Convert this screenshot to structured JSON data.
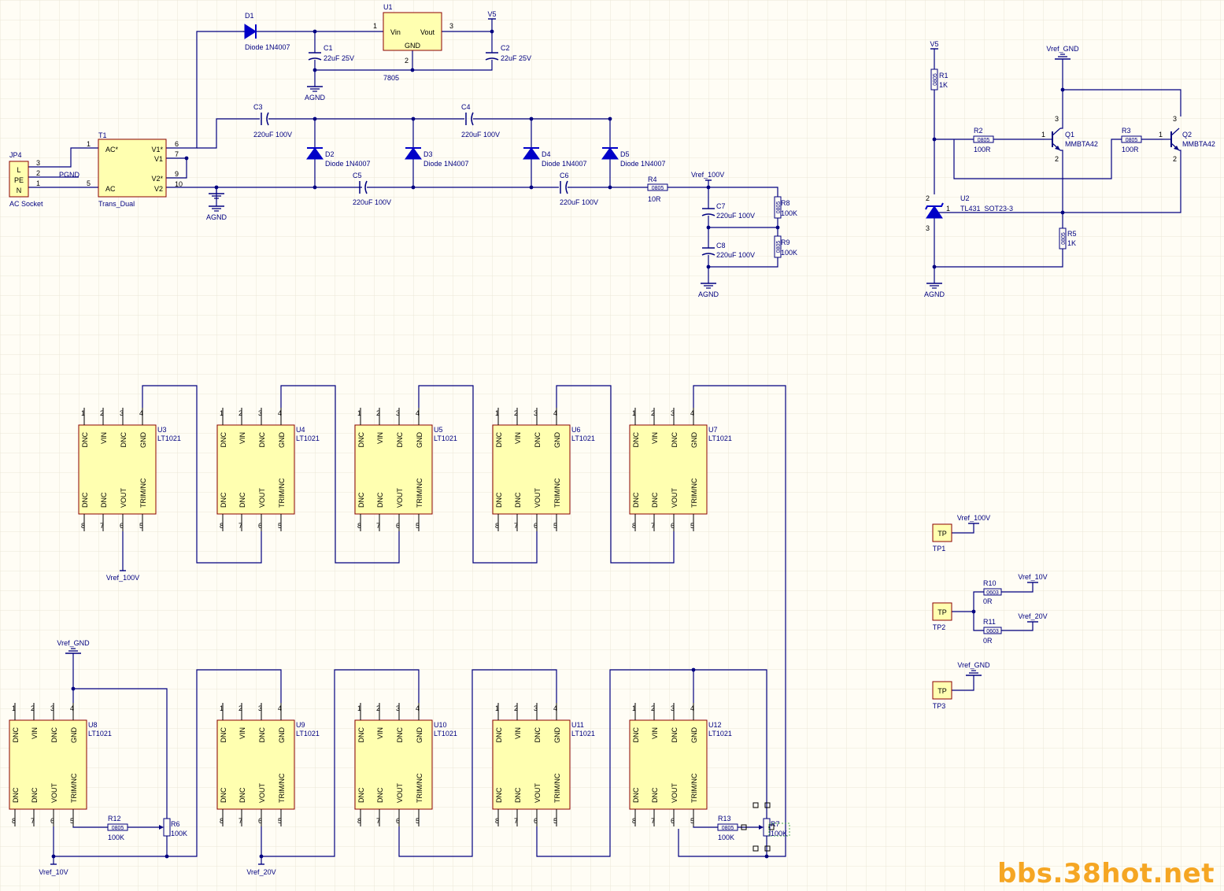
{
  "colors": {
    "background": "#fffdf5",
    "grid": "#ebe6d6",
    "wire": "#000080",
    "text": "#000080",
    "pin_text": "#000000",
    "comp_fill": "#ffffb0",
    "comp_stroke": "#8b0000",
    "diode_fill": "#0000c8",
    "watermark": "#f5a623"
  },
  "power_section": {
    "jp4": {
      "designator": "JP4",
      "pins": [
        "L",
        "PE",
        "N"
      ],
      "pin_numbers": [
        "3",
        "2",
        "1"
      ],
      "comment": "AC Socket",
      "pgnd_label": "PGND"
    },
    "t1": {
      "designator": "T1",
      "comment": "Trans_Dual",
      "pins_left": [
        "AC*",
        "AC"
      ],
      "pins_right": [
        "V1*",
        "V1",
        "V2*",
        "V2"
      ],
      "pin_numbers": [
        "1",
        "5",
        "6",
        "7",
        "9",
        "10"
      ]
    },
    "d1": {
      "designator": "D1",
      "comment": "Diode 1N4007"
    },
    "u1": {
      "designator": "U1",
      "comment": "7805",
      "pin_vin": "Vin",
      "pin_vout": "Vout",
      "pin_gnd": "GND",
      "pin_numbers": [
        "1",
        "3",
        "2"
      ]
    },
    "c1": {
      "designator": "C1",
      "value": "22uF 25V"
    },
    "c2": {
      "designator": "C2",
      "value": "22uF 25V"
    },
    "v5": "V5",
    "agnd": "AGND",
    "c3": {
      "designator": "C3",
      "value": "220uF 100V"
    },
    "c4": {
      "designator": "C4",
      "value": "220uF 100V"
    },
    "c5": {
      "designator": "C5",
      "value": "220uF 100V"
    },
    "c6": {
      "designator": "C6",
      "value": "220uF 100V"
    },
    "d2": {
      "designator": "D2",
      "comment": "Diode 1N4007"
    },
    "d3": {
      "designator": "D3",
      "comment": "Diode 1N4007"
    },
    "d4": {
      "designator": "D4",
      "comment": "Diode 1N4007"
    },
    "d5": {
      "designator": "D5",
      "comment": "Diode 1N4007"
    },
    "r4": {
      "designator": "R4",
      "footprint": "0805",
      "value": "10R"
    },
    "vref_100v": "Vref_100V",
    "c7": {
      "designator": "C7",
      "value": "220uF 100V"
    },
    "c8": {
      "designator": "C8",
      "value": "220uF 100V"
    },
    "r8": {
      "designator": "R8",
      "footprint": "0805",
      "value": "100K"
    },
    "r9": {
      "designator": "R9",
      "footprint": "0805",
      "value": "100K"
    }
  },
  "reference_section": {
    "v5": "V5",
    "vref_gnd": "Vref_GND",
    "agnd": "AGND",
    "r1": {
      "designator": "R1",
      "footprint": "0805",
      "value": "1K"
    },
    "r2": {
      "designator": "R2",
      "footprint": "0805",
      "value": "100R"
    },
    "r3": {
      "designator": "R3",
      "footprint": "0805",
      "value": "100R"
    },
    "r5": {
      "designator": "R5",
      "footprint": "0805",
      "value": "1K"
    },
    "q1": {
      "designator": "Q1",
      "comment": "MMBTA42",
      "pins": [
        "1",
        "2",
        "3"
      ]
    },
    "q2": {
      "designator": "Q2",
      "comment": "MMBTA42",
      "pins": [
        "1",
        "2",
        "3"
      ]
    },
    "u2": {
      "designator": "U2",
      "comment": "TL431_SOT23-3",
      "pins": [
        "1",
        "2",
        "3"
      ]
    }
  },
  "lt1021_pins": {
    "top_numbers": [
      "1",
      "2",
      "3",
      "4"
    ],
    "bottom_numbers": [
      "8",
      "7",
      "6",
      "5"
    ],
    "top_names": [
      "DNC",
      "VIN",
      "DNC",
      "GND"
    ],
    "bottom_names": [
      "DNC",
      "DNC",
      "VOUT",
      "TRIM/NC"
    ],
    "comment": "LT1021"
  },
  "lt1021_top_row": [
    "U3",
    "U4",
    "U5",
    "U6",
    "U7"
  ],
  "lt1021_bottom_row": [
    "U8",
    "U9",
    "U10",
    "U11",
    "U12"
  ],
  "lower_nets": {
    "vref_100v": "Vref_100V",
    "vref_gnd": "Vref_GND",
    "vref_10v": "Vref_10V",
    "vref_20v": "Vref_20V"
  },
  "trim": {
    "r12": {
      "designator": "R12",
      "footprint": "0805",
      "value": "100K"
    },
    "r6": {
      "designator": "R6",
      "value": "100K"
    },
    "r13": {
      "designator": "R13",
      "footprint": "0805",
      "value": "100K"
    },
    "r7": {
      "designator": "R7",
      "value": "100K"
    }
  },
  "test_points": {
    "tp_label": "TP",
    "tp1": {
      "designator": "TP1",
      "net": "Vref_100V"
    },
    "tp2": {
      "designator": "TP2"
    },
    "tp3": {
      "designator": "TP3",
      "net": "Vref_GND"
    },
    "r10": {
      "designator": "R10",
      "footprint": "0603",
      "value": "0R",
      "net": "Vref_10V"
    },
    "r11": {
      "designator": "R11",
      "footprint": "0603",
      "value": "0R",
      "net": "Vref_20V"
    }
  },
  "watermark": "bbs.38hot.net"
}
